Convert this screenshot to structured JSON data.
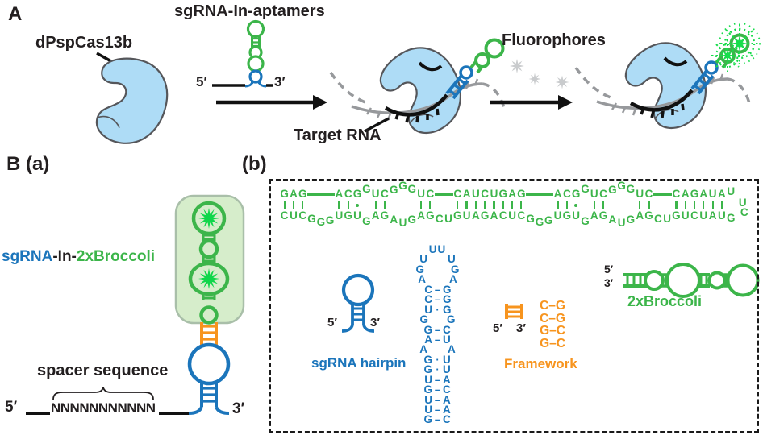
{
  "colors": {
    "green": "#3cb54a",
    "blue": "#1b75bb",
    "orange": "#f7941e",
    "bright_green": "#17dd4b",
    "light_blue_protein": "#aedcf6",
    "gray_rna": "#97999c",
    "light_green_box": "#d6edcb",
    "star_green": "#0fd64a",
    "gray_star": "#c9cbcd",
    "black": "#231f20"
  },
  "panelA": {
    "label": "A",
    "protein_label": "dPspCas13b",
    "aptamer_label": "sgRNA-In-aptamers",
    "five_prime": "5′",
    "three_prime": "3′",
    "target_rna_label": "Target RNA",
    "fluorophores_label": "Fluorophores"
  },
  "panelB": {
    "label": "B (a)",
    "sub_label_b": "(b)",
    "construct": {
      "sgrna": "sgRNA",
      "linker": "-In-",
      "aptamer": "2xBroccoli"
    },
    "spacer_label": "spacer sequence",
    "spacer_sequence": "NNNNNNNNNNN",
    "five_prime": "5′",
    "three_prime": "3′",
    "box": {
      "sgrna_hairpin": {
        "label": "sgRNA hairpin",
        "five_prime": "5′",
        "three_prime": "3′",
        "rows": [
          {
            "arc": "UU"
          },
          {
            "l": "U",
            "m": "",
            "r": "U",
            "sp": 6
          },
          {
            "l": "G",
            "m": "",
            "r": "G",
            "sp": 10
          },
          {
            "l": "A",
            "m": "",
            "r": "A",
            "sp": 8
          },
          {
            "l": "C",
            "m": "–",
            "r": "G"
          },
          {
            "l": "C",
            "m": "–",
            "r": "G"
          },
          {
            "l": "U",
            "m": "·",
            "r": "G"
          },
          {
            "l": "G",
            "m": "",
            "r": "G",
            "sp": 5
          },
          {
            "l": "G",
            "m": "–",
            "r": "C"
          },
          {
            "l": "A",
            "m": "–",
            "r": "U"
          },
          {
            "l": "A",
            "m": "",
            "r": "A",
            "sp": 6
          },
          {
            "l": "G",
            "m": "·",
            "r": "U"
          },
          {
            "l": "G",
            "m": "·",
            "r": "U"
          },
          {
            "l": "U",
            "m": "–",
            "r": "A"
          },
          {
            "l": "G",
            "m": "–",
            "r": "C"
          },
          {
            "l": "U",
            "m": "–",
            "r": "A"
          },
          {
            "l": "U",
            "m": "–",
            "r": "A"
          },
          {
            "l": "G",
            "m": "–",
            "r": "C"
          }
        ]
      },
      "framework": {
        "label": "Framework",
        "five_prime": "5′",
        "three_prime": "3′",
        "pairs": [
          "C–G",
          "C–G",
          "G–C",
          "G–C"
        ]
      },
      "broccoli": {
        "label": "2xBroccoli",
        "five_prime": "5′",
        "three_prime": "3′"
      },
      "broccoli_sequence": {
        "units": [
          {
            "t": "G",
            "m": "b",
            "b": "C"
          },
          {
            "t": "A",
            "m": "b",
            "b": "U"
          },
          {
            "t": "G",
            "m": "b",
            "b": "C"
          },
          {
            "dash": 1,
            "b": "G",
            "bd": 4
          },
          {
            "dash": 1,
            "b": "G",
            "bd": 8
          },
          {
            "dash": 1,
            "b": "G",
            "bd": 6
          },
          {
            "t": "A",
            "m": "b",
            "b": "U"
          },
          {
            "t": "C",
            "m": "b",
            "b": "G"
          },
          {
            "t": "G",
            "m": "d",
            "b": "U"
          },
          {
            "t": "G",
            "td": -6,
            "b": "G",
            "bd": 7
          },
          {
            "t": "U",
            "m": "b",
            "b": "A"
          },
          {
            "t": "C",
            "m": "b",
            "b": "G"
          },
          {
            "t": "G",
            "td": -5,
            "b": "A",
            "bd": 5
          },
          {
            "t": "G",
            "td": -10,
            "b": "U",
            "bd": 9
          },
          {
            "t": "G",
            "td": -6,
            "b": "G",
            "bd": 5
          },
          {
            "t": "U",
            "m": "b",
            "b": "A"
          },
          {
            "t": "C",
            "m": "b",
            "b": "G"
          },
          {
            "dash": 1,
            "b": "C",
            "bd": 4
          },
          {
            "dash": 1,
            "b": "U",
            "bd": 4
          },
          {
            "t": "C",
            "m": "b",
            "b": "G"
          },
          {
            "t": "A",
            "m": "b",
            "b": "U"
          },
          {
            "t": "U",
            "m": "b",
            "b": "A"
          },
          {
            "t": "C",
            "m": "b",
            "b": "G"
          },
          {
            "t": "U",
            "m": "b",
            "b": "A"
          },
          {
            "t": "G",
            "m": "b",
            "b": "C"
          },
          {
            "t": "A",
            "m": "b",
            "b": "U"
          },
          {
            "t": "G",
            "m": "b",
            "b": "C"
          },
          {
            "dash": 1,
            "b": "G",
            "bd": 4
          },
          {
            "dash": 1,
            "b": "G",
            "bd": 8
          },
          {
            "dash": 1,
            "b": "G",
            "bd": 6
          },
          {
            "t": "A",
            "m": "b",
            "b": "U"
          },
          {
            "t": "C",
            "m": "b",
            "b": "G"
          },
          {
            "t": "G",
            "m": "d",
            "b": "U"
          },
          {
            "t": "G",
            "td": -6,
            "b": "G",
            "bd": 7
          },
          {
            "t": "U",
            "m": "b",
            "b": "A"
          },
          {
            "t": "C",
            "m": "b",
            "b": "G"
          },
          {
            "t": "G",
            "td": -5,
            "b": "A",
            "bd": 5
          },
          {
            "t": "G",
            "td": -10,
            "b": "U",
            "bd": 9
          },
          {
            "t": "G",
            "td": -6,
            "b": "G",
            "bd": 5
          },
          {
            "t": "U",
            "m": "b",
            "b": "A"
          },
          {
            "t": "C",
            "m": "b",
            "b": "G"
          },
          {
            "dash": 1,
            "b": "C",
            "bd": 4
          },
          {
            "dash": 1,
            "b": "U",
            "bd": 4
          },
          {
            "t": "C",
            "m": "b",
            "b": "G"
          },
          {
            "t": "A",
            "m": "b",
            "b": "U"
          },
          {
            "t": "G",
            "m": "b",
            "b": "C"
          },
          {
            "t": "A",
            "m": "b",
            "b": "U"
          },
          {
            "t": "U",
            "m": "b",
            "b": "A"
          },
          {
            "t": "A",
            "m": "b",
            "b": "U"
          },
          {
            "t": "U",
            "td": -3,
            "b": "G",
            "bd": 3
          },
          {
            "loop": [
              "U",
              "C"
            ]
          }
        ]
      }
    }
  }
}
